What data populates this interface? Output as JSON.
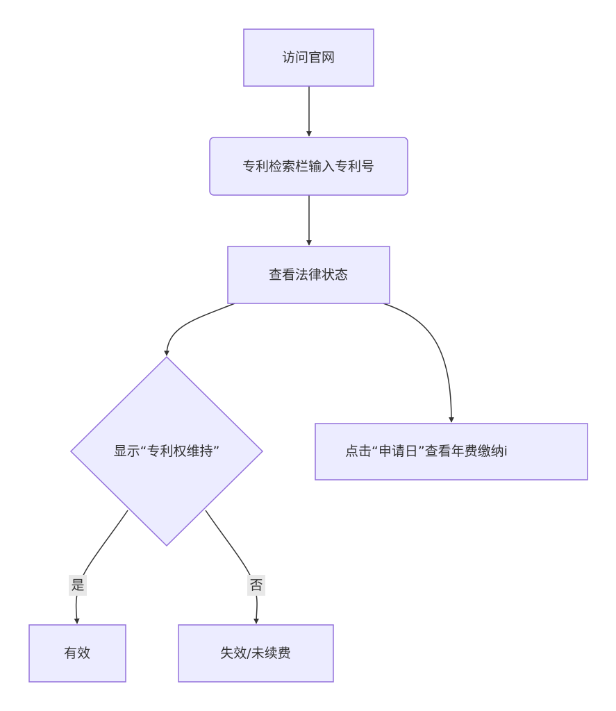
{
  "nodes": {
    "visit_site": {
      "label": "访问官网",
      "shape": "rect"
    },
    "enter_number": {
      "label": "专利检索栏输入专利号",
      "shape": "rounded-rect"
    },
    "view_status": {
      "label": "查看法律状态",
      "shape": "rect"
    },
    "decision": {
      "label": "显示“专利权维持”",
      "shape": "diamond"
    },
    "check_fee": {
      "label": "点击“申请日”查看年费缴纳i",
      "shape": "rect"
    },
    "valid": {
      "label": "有效",
      "shape": "rect"
    },
    "invalid": {
      "label": "失效/未续费",
      "shape": "rect"
    }
  },
  "edges": {
    "yes_label": "是",
    "no_label": "否"
  },
  "colors": {
    "node_fill": "#ECECFF",
    "node_stroke": "#9370DB",
    "edge": "#333333",
    "text": "#333333",
    "edge_label_bg": "#E8E8E8"
  }
}
